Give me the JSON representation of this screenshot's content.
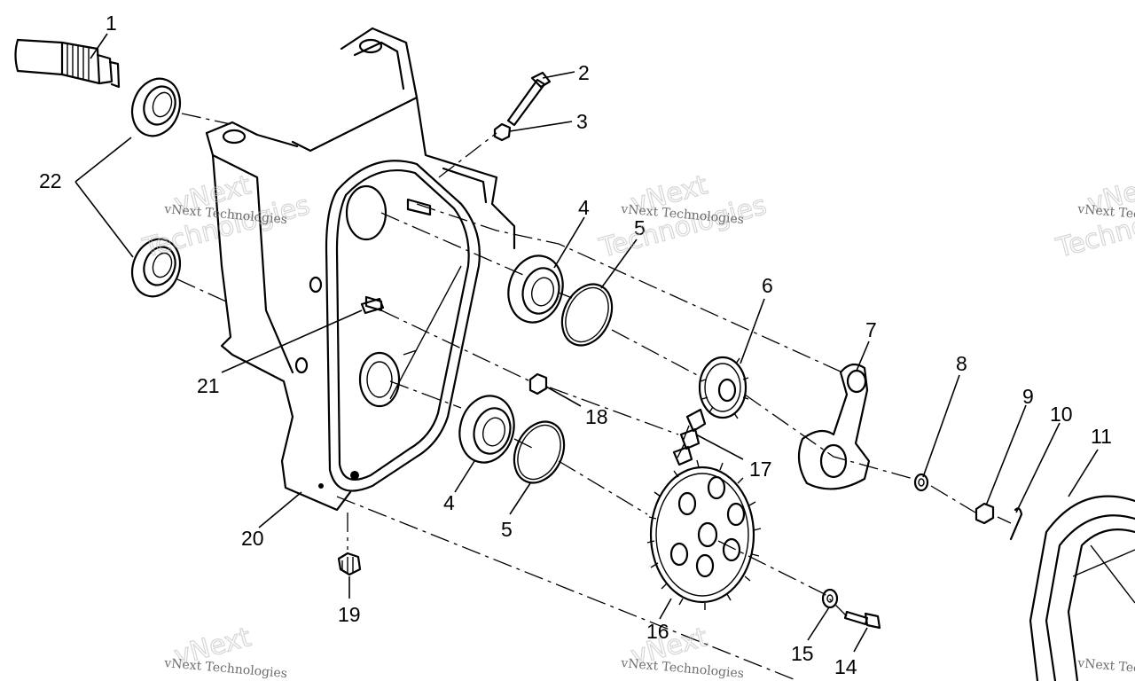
{
  "callouts": [
    {
      "label": "1"
    },
    {
      "label": "2"
    },
    {
      "label": "3"
    },
    {
      "label": "4"
    },
    {
      "label": "5"
    },
    {
      "label": "6"
    },
    {
      "label": "7"
    },
    {
      "label": "8"
    },
    {
      "label": "9"
    },
    {
      "label": "10"
    },
    {
      "label": "11"
    },
    {
      "label": "22"
    },
    {
      "label": "21"
    },
    {
      "label": "18"
    },
    {
      "label": "17"
    },
    {
      "label": "4"
    },
    {
      "label": "5"
    },
    {
      "label": "20"
    },
    {
      "label": "19"
    },
    {
      "label": "16"
    },
    {
      "label": "15"
    },
    {
      "label": "14"
    }
  ],
  "watermark": {
    "small": "vNext Technologies",
    "big_top": "vNext",
    "big_bottom": "Technologies"
  }
}
